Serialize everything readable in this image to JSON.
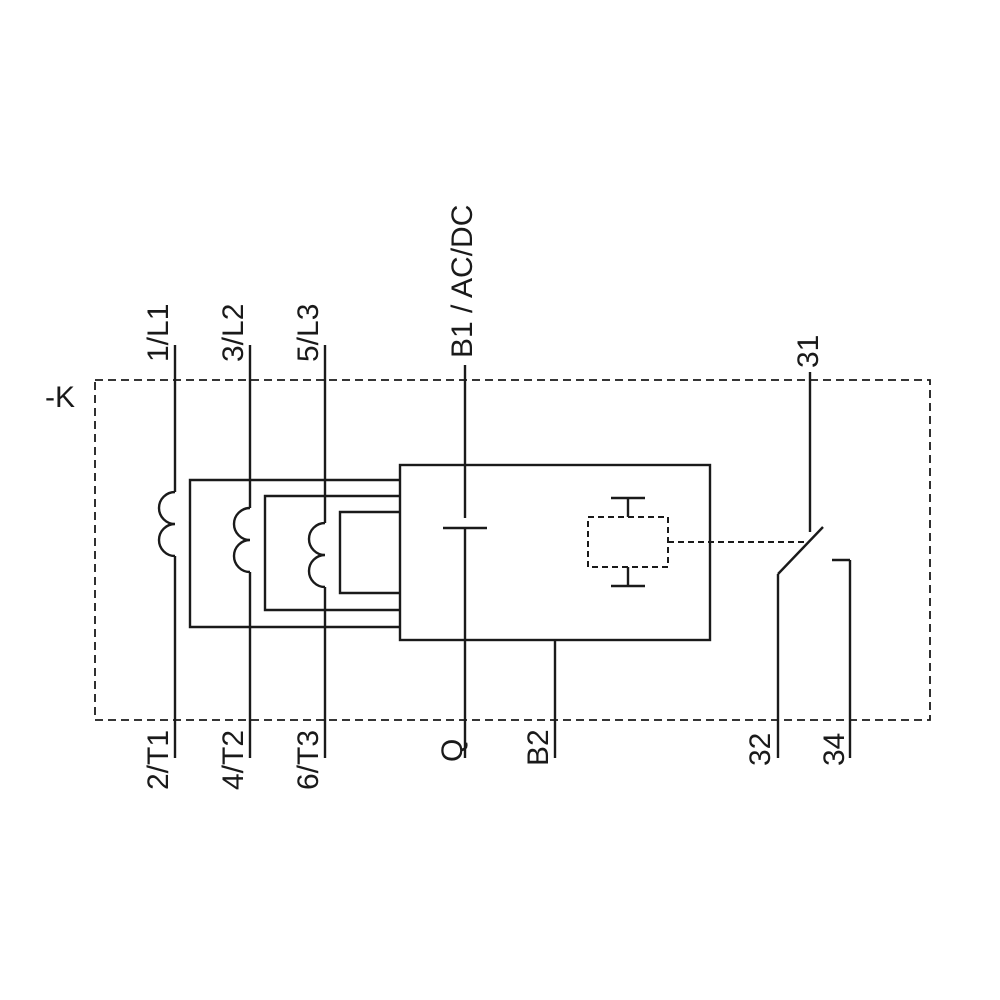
{
  "diagram": {
    "device_designation": "-K",
    "colors": {
      "line": "#1a1a1a",
      "background": "#ffffff"
    },
    "top_labels": {
      "phase1": "1/L1",
      "phase2": "3/L2",
      "phase3": "5/L3",
      "supply": "B1 / AC/DC",
      "aux_common": "31"
    },
    "bottom_labels": {
      "phase1": "2/T1",
      "phase2": "4/T2",
      "phase3": "6/T3",
      "output": "Q",
      "supply_return": "B2",
      "aux_nc": "32",
      "aux_no": "34"
    }
  }
}
